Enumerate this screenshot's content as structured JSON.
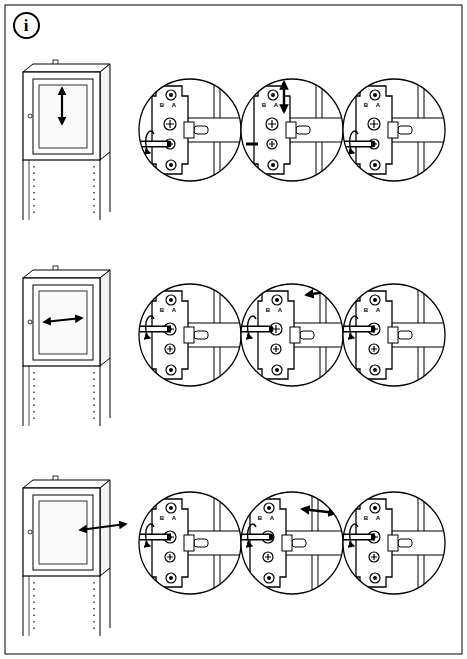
{
  "diagram": {
    "nodes": [
      {
        "text": [
          "i"
        ]
      }
    ],
    "labels": [
      "B",
      "A",
      "B",
      "A",
      "B",
      "A",
      "B",
      "A",
      "B",
      "A",
      "B",
      "A",
      "B",
      "A",
      "B",
      "A",
      "B",
      "A"
    ]
  }
}
